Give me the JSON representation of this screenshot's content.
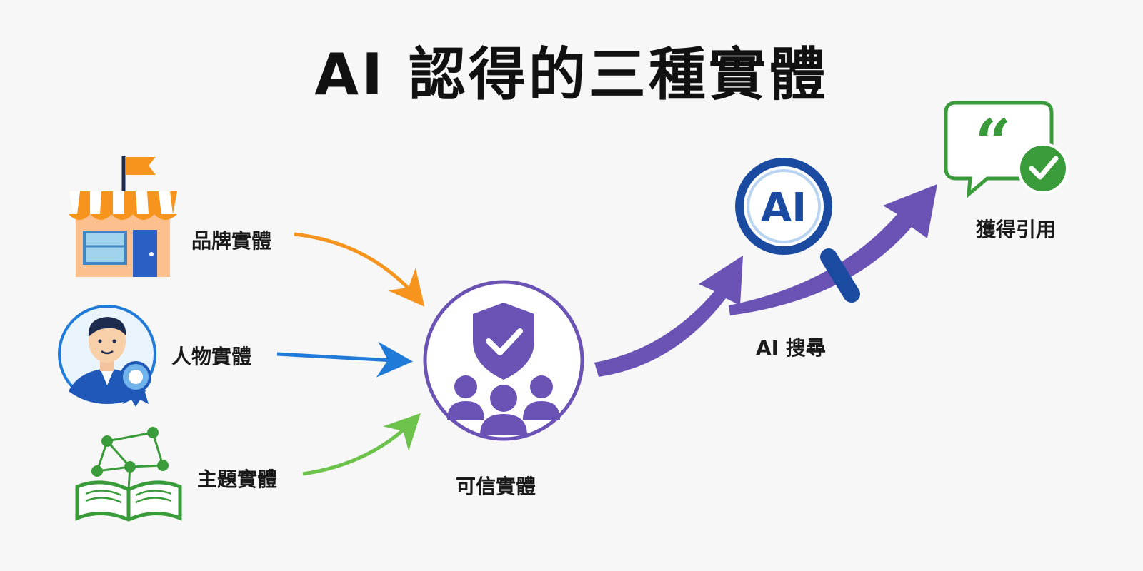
{
  "title": "AI 認得的三種實體",
  "entities": {
    "brand": "品牌實體",
    "person": "人物實體",
    "topic": "主題實體"
  },
  "trusted_entity": "可信實體",
  "ai_search": {
    "badge": "AI",
    "label": "AI 搜尋"
  },
  "citation": {
    "label": "獲得引用",
    "quote_glyph": "“"
  },
  "colors": {
    "orange": "#f7941d",
    "blue": "#1f7ad8",
    "green": "#3a9b3a",
    "purple": "#6b52b5",
    "navy": "#1a4ba0"
  },
  "icons": [
    "store-icon",
    "flag-icon",
    "person-avatar-icon",
    "award-ribbon-icon",
    "book-network-icon",
    "shield-check-icon",
    "people-group-icon",
    "magnifier-ai-icon",
    "quote-bubble-icon",
    "check-badge-icon"
  ]
}
